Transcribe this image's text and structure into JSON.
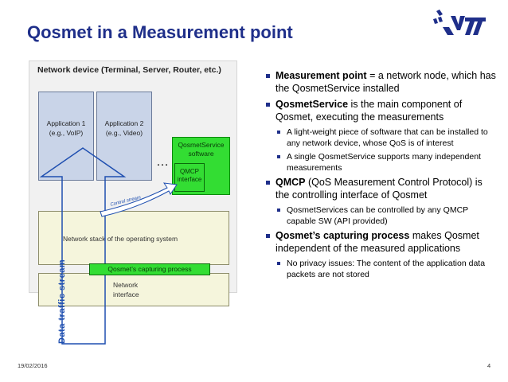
{
  "slide": {
    "title": "Qosmet in a Measurement point",
    "date": "19/02/2016",
    "page_number": "4"
  },
  "diagram": {
    "device_label": "Network device (Terminal, Server, Router, etc.)",
    "app1": "Application 1\n(e.g., VoIP)",
    "app2": "Application 2\n(e.g., Video)",
    "qosmet_service": "QosmetService\nsoftware",
    "qmcp": "QMCP\ninterface",
    "dots": "…",
    "control_stream": "Control stream",
    "network_stack": "Network stack of the operating system",
    "capturing_process": "Qosmet’s capturing process",
    "network_interface": "Network\ninterface",
    "data_traffic_stream": "Data traffic stream"
  },
  "bullets": [
    {
      "bold": "Measurement point",
      "rest": " = a network node, which has the QosmetService installed",
      "subs": []
    },
    {
      "bold": "QosmetService",
      "rest": " is the main component of Qosmet, executing the measurements",
      "subs": [
        "A light-weight piece of software that can be installed to any network device, whose QoS is of interest",
        "A single QosmetService supports many independent measurements"
      ]
    },
    {
      "bold": "QMCP",
      "rest": " (QoS Measurement Control Protocol) is the controlling interface of Qosmet",
      "subs": [
        "QosmetServices can be controlled by any QMCP capable SW (API provided)"
      ]
    },
    {
      "bold": "Qosmet’s capturing process",
      "rest": " makes Qosmet independent of the measured applications",
      "subs": [
        "No privacy issues: The content of the application data packets are not stored"
      ]
    }
  ],
  "colors": {
    "title": "#1f2f8a",
    "green_component": "#33dd33",
    "app_box": "#c9d4e8",
    "stack_box": "#f5f5dc",
    "stream_label": "#1f4fb0"
  },
  "logo": {
    "icon": "vtt-logo"
  }
}
